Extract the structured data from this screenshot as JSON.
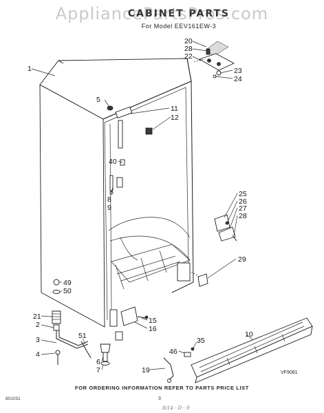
{
  "watermark": "AppliancePartsPros.com",
  "header": {
    "title": "CABINET PARTS",
    "subtitle": "For Model EEV161EW-3"
  },
  "callouts": [
    "1",
    "2",
    "3",
    "4",
    "5",
    "6",
    "7",
    "8",
    "9",
    "10",
    "11",
    "12",
    "15",
    "16",
    "19",
    "20",
    "21",
    "22",
    "23",
    "24",
    "25",
    "26",
    "27",
    "28",
    "28",
    "28",
    "29",
    "35",
    "40",
    "46",
    "49",
    "50",
    "51"
  ],
  "diagram_code": "VF9081",
  "footer": {
    "note": "FOR ORDERING INFORMATION REFER TO PARTS PRICE LIST",
    "doc_number": "801031",
    "page_number": "3"
  },
  "scrawl": "8/14 - D - 9"
}
